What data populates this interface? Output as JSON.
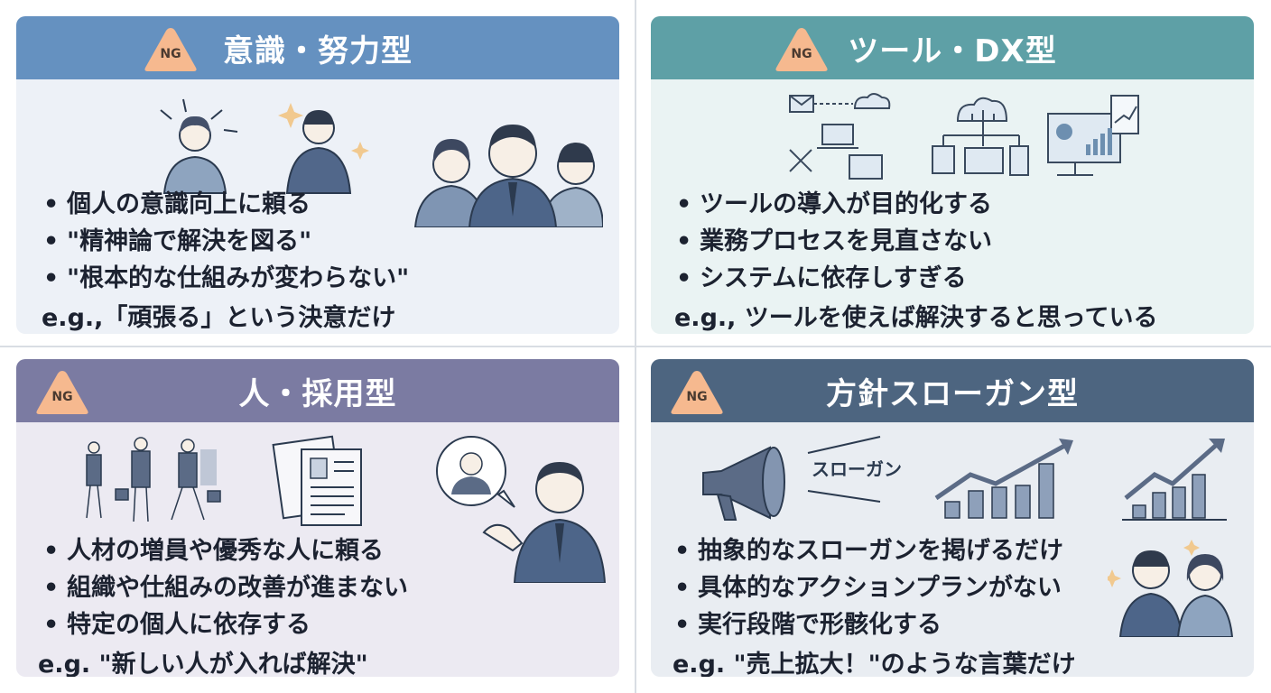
{
  "panels": [
    {
      "badge": "NG",
      "title": "意識・努力型",
      "items": [
        "個人の意識向上に頼る",
        "\"精神論で解決を図る\"",
        "\"根本的な仕組みが変わらない\""
      ],
      "example": "e.g.,「頑張る」という決意だけ",
      "header_color": "#6591c0"
    },
    {
      "badge": "NG",
      "title": "ツール・DX型",
      "items": [
        "ツールの導入が目的化する",
        "業務プロセスを見直さない",
        "システムに依存しすぎる"
      ],
      "example": "e.g., ツールを使えば解決すると思っている",
      "header_color": "#5ea0a6"
    },
    {
      "badge": "NG",
      "title": "人・採用型",
      "items": [
        "人材の増員や優秀な人に頼る",
        "組織や仕組みの改善が進まない",
        "特定の個人に依存する"
      ],
      "example": "e.g. \"新しい人が入れば解決\"",
      "header_color": "#7b7ba2"
    },
    {
      "badge": "NG",
      "title": "方針スローガン型",
      "items": [
        "抽象的なスローガンを掲げるだけ",
        "具体的なアクションプランがない",
        "実行段階で形骸化する"
      ],
      "example": "e.g. \"売上拡大！\"のような言葉だけ",
      "header_color": "#4d6580",
      "illustration_text": "スローガン"
    }
  ],
  "bullet_symbol": "•",
  "badge_color": "#f6b98f",
  "icons": [
    "people-icon",
    "devices-icon",
    "cloud-icon",
    "monitor-chart-icon",
    "documents-icon",
    "speech-bubble-icon",
    "megaphone-icon",
    "growth-chart-icon"
  ]
}
